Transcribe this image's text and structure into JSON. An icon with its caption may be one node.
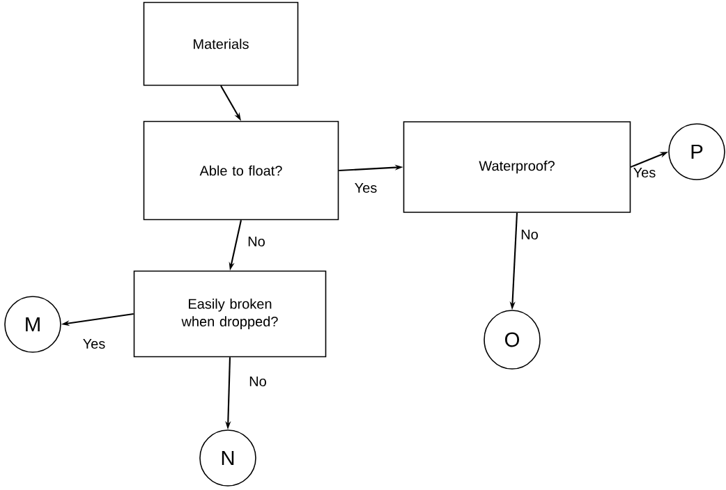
{
  "diagram": {
    "nodes": [
      {
        "text": [
          "Materials"
        ]
      },
      {
        "text": [
          "Able to float?"
        ]
      },
      {
        "text": [
          "Waterproof?"
        ]
      },
      {
        "text": [
          "Easily broken when dropped?"
        ]
      },
      {
        "text": [
          "M"
        ]
      },
      {
        "text": [
          "N"
        ]
      },
      {
        "text": [
          "O"
        ]
      },
      {
        "text": [
          "P"
        ]
      }
    ],
    "edges": [
      {
        "from": 0,
        "to": 1,
        "arrow": "to"
      },
      {
        "from": 1,
        "to": 2,
        "arrow": "to",
        "label": "Yes"
      },
      {
        "from": 2,
        "to": 7,
        "arrow": "to",
        "label": "Yes"
      },
      {
        "from": 2,
        "to": 6,
        "arrow": "to",
        "label": "No"
      },
      {
        "from": 1,
        "to": 3,
        "arrow": "to",
        "label": "No"
      },
      {
        "from": 3,
        "to": 4,
        "arrow": "to",
        "label": "Yes"
      },
      {
        "from": 3,
        "to": 5,
        "arrow": "to",
        "label": "No"
      }
    ]
  }
}
